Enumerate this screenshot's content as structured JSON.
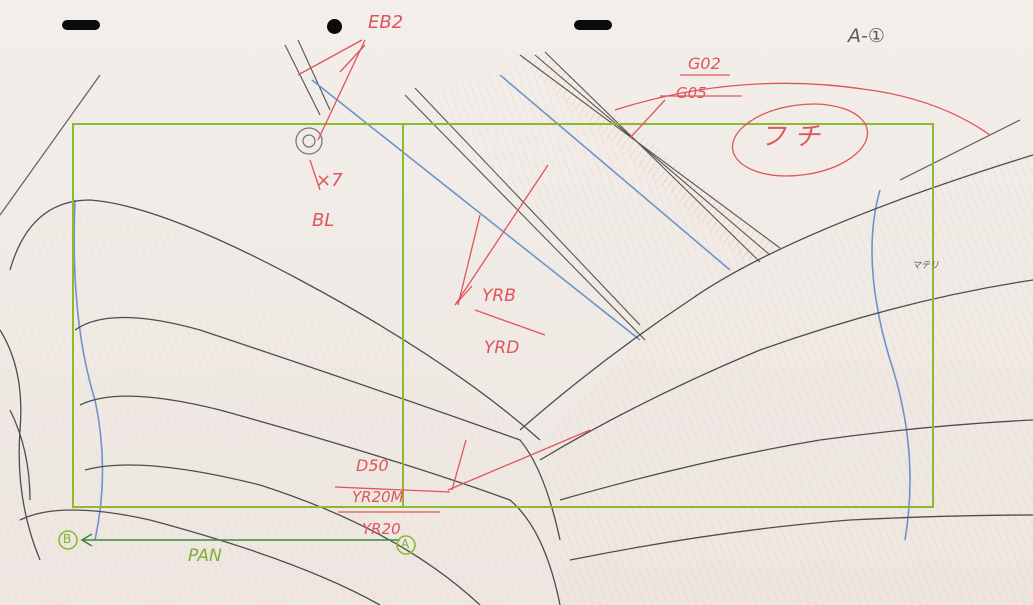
{
  "sheet": {
    "cut_label": "A-①",
    "effect_label": "EB2",
    "scale_label": "×7",
    "light_label": "BL",
    "gloss_top": "G02",
    "gloss_bottom": "G05",
    "tone_mark": "フチ",
    "tone_top": "YRB",
    "tone_bottom": "YRD",
    "mix_top": "D50",
    "mix_mid": "YR20M",
    "mix_bottom": "YR20",
    "pan_label": "PAN",
    "mark_a": "A",
    "mark_b": "B",
    "small_note": "マテリ"
  },
  "colors": {
    "paper": "#efe9e4",
    "red_pencil": "#e0555a",
    "green_pencil": "#7fae34",
    "graphite": "#555555",
    "blue_pencil": "#6f93c9",
    "orange_pencil": "#e8b894"
  }
}
